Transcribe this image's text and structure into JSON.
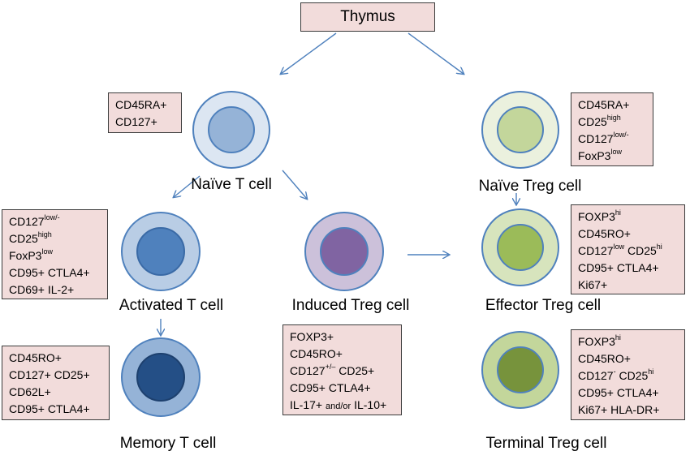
{
  "thymus": "Thymus",
  "cells": {
    "naive_t": "Naïve T cell",
    "naive_treg": "Naïve Treg cell",
    "activated_t": "Activated T cell",
    "induced_treg": "Induced Treg cell",
    "effector_treg": "Effector Treg cell",
    "memory_t": "Memory T cell",
    "terminal_treg": "Terminal Treg cell"
  },
  "markers": {
    "naive_t": {
      "l1": "CD45RA+",
      "l2": "CD127+"
    },
    "naive_treg": {
      "l1": "CD45RA+",
      "l2": "CD25",
      "l2_sup": "high",
      "l3": "CD127",
      "l3_sup": "low/-",
      "l4": "FoxP3",
      "l4_sup": "low"
    },
    "activated_t": {
      "l1": "CD127",
      "l1_sup": "low/-",
      "l2": "CD25",
      "l2_sup": "high",
      "l3": "FoxP3",
      "l3_sup": "low",
      "l4": "CD95+ CTLA4+",
      "l5": "CD69+ IL-2+"
    },
    "effector_treg": {
      "l1": "FOXP3",
      "l1_sup": "hi",
      "l2": "CD45RO+",
      "l3a": "CD127",
      "l3a_sup": "low",
      "l3b": " CD25",
      "l3b_sup": "hi",
      "l4": "CD95+ CTLA4+",
      "l5": "Ki67+"
    },
    "memory_t": {
      "l1": "CD45RO+",
      "l2": "CD127+ CD25+",
      "l3": "CD62L+",
      "l4": "CD95+ CTLA4+"
    },
    "induced_treg": {
      "l1": "FOXP3+",
      "l2": "CD45RO+",
      "l3a": "CD127",
      "l3a_sup": "+/–",
      "l3b": " CD25+",
      "l4": "CD95+ CTLA4+",
      "l5a": "IL-17+ ",
      "l5b": "and/or",
      "l5c": " IL-10+"
    },
    "terminal_treg": {
      "l1": "FOXP3",
      "l1_sup": "hi",
      "l2": "CD45RO+",
      "l3a": "CD127",
      "l3a_sup": "-",
      "l3b": " CD25",
      "l3b_sup": "hi",
      "l4": "CD95+ CTLA4+",
      "l5": "Ki67+ HLA-DR+"
    }
  },
  "colors": {
    "arrow": "#4f81bd",
    "box_fill": "#f2dcdb",
    "naive_t_outer": "#dce6f2",
    "naive_t_inner": "#95b3d7",
    "activated_outer": "#b9cde5",
    "activated_inner": "#4f81bd",
    "memory_outer": "#95b3d7",
    "memory_inner": "#244f86",
    "induced_outer": "#ccc1da",
    "induced_inner": "#8064a2",
    "naive_treg_outer": "#ebf1de",
    "naive_treg_inner": "#c3d69b",
    "effector_outer": "#d7e4bd",
    "effector_inner": "#9bbb59",
    "terminal_outer": "#c3d69b",
    "terminal_inner": "#77933c"
  }
}
